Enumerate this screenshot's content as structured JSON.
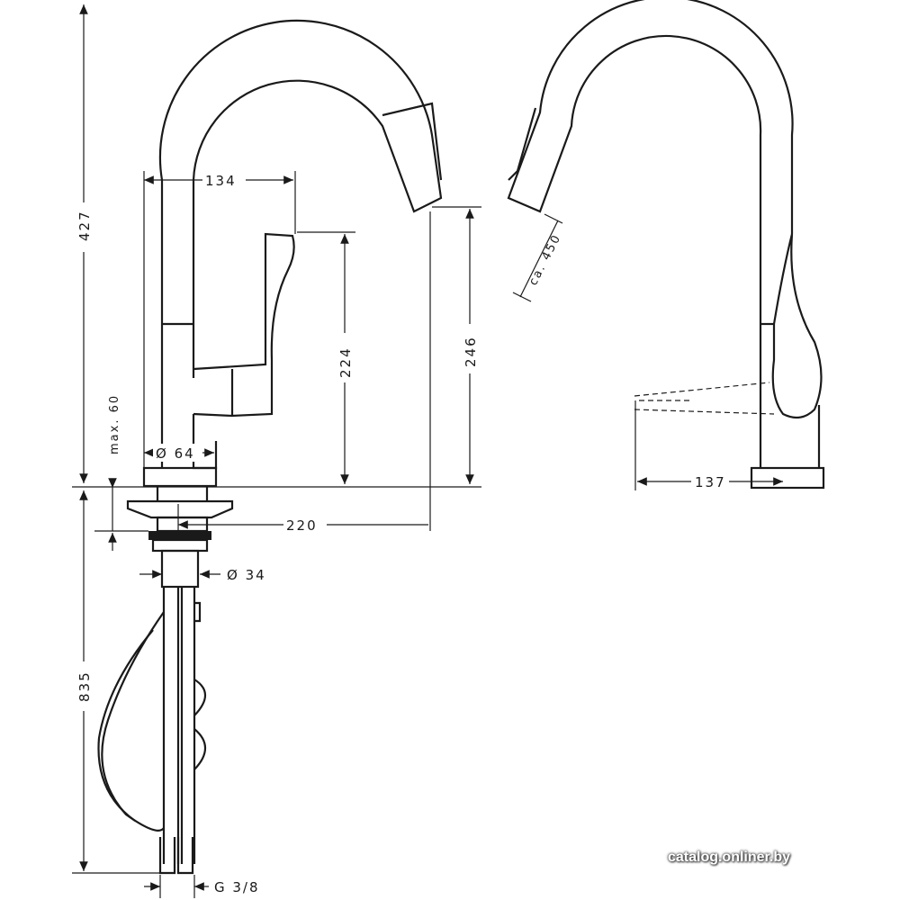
{
  "dimensions": {
    "total_height_top": "427",
    "reach_handle": "134",
    "handle_height": "224",
    "spout_height": "246",
    "max_thickness": "max. 60",
    "base_diameter": "Ø 64",
    "spout_reach": "220",
    "hole_diameter": "Ø 34",
    "hose_length_below": "835",
    "connection": "G 3/8",
    "pullout_length": "ca. 450",
    "handle_swing": "137"
  },
  "watermark": "catalog.onliner.by"
}
